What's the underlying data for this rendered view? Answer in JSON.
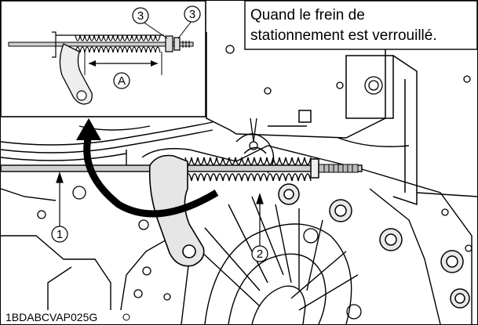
{
  "caption": {
    "line1": "Quand le frein de",
    "line2": "stationnement est verrouillé."
  },
  "callouts": {
    "c1": "1",
    "c2": "2",
    "c3_left": "3",
    "c3_right": "3",
    "dimension_a": "A"
  },
  "figure_code": "1BDABCVAP025G"
}
